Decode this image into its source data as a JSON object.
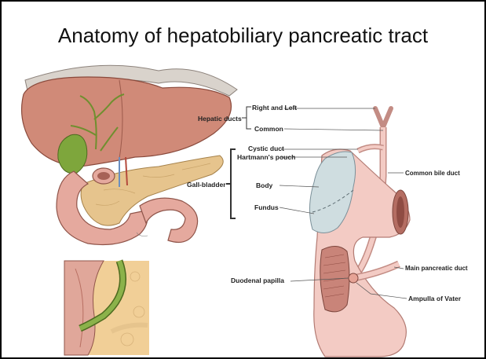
{
  "slide": {
    "title": "Anatomy of hepatobiliary pancreatic tract"
  },
  "labels": {
    "hepatic_ducts": "Hepatic ducts",
    "right_and_left": "Right and Left",
    "common": "Common",
    "cystic_duct": "Cystic duct",
    "hartmanns_pouch": "Hartmann's pouch",
    "gall_bladder": "Gall-bladder",
    "body": "Body",
    "fundus": "Fundus",
    "common_bile_duct": "Common bile duct",
    "main_pancreatic_duct": "Main pancreatic duct",
    "duodenal_papilla": "Duodenal papilla",
    "ampulla_of_vater": "Ampulla of Vater"
  },
  "colors": {
    "liver": "#d08a78",
    "gallbladder_green": "#7ea63c",
    "pancreas": "#e6c48d",
    "duodenum": "#e5a99e",
    "schematic_pink": "#f3cbc4",
    "gallbladder_blue": "#cfdde0"
  }
}
